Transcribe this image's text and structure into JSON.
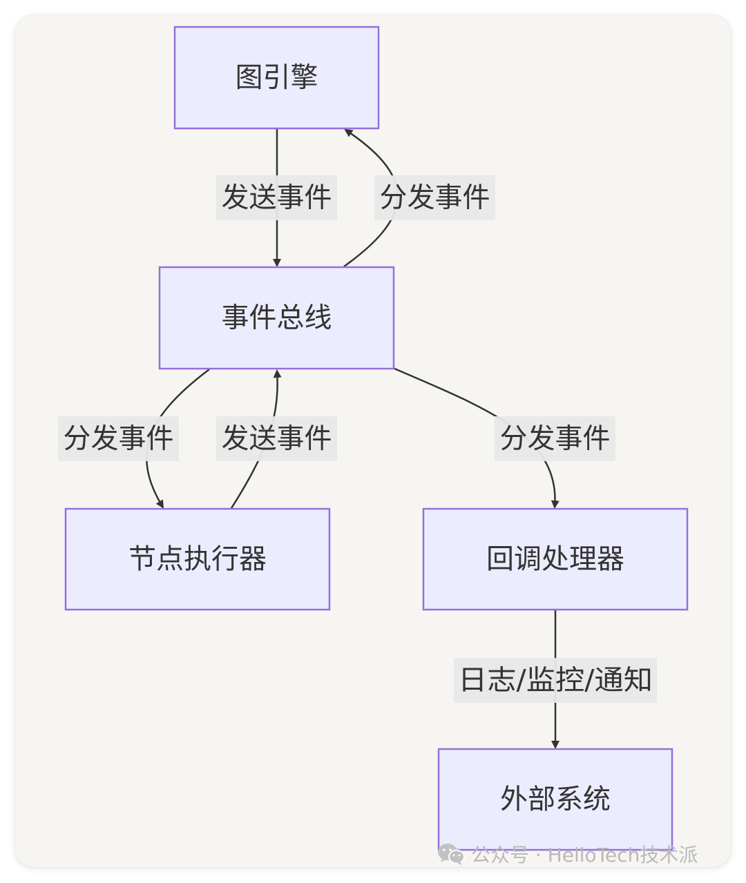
{
  "nodes": {
    "graph_engine": "图引擎",
    "event_bus": "事件总线",
    "node_executor": "节点执行器",
    "callback_handler": "回调处理器",
    "external_system": "外部系统"
  },
  "edges": {
    "engine_to_bus": "发送事件",
    "bus_to_engine": "分发事件",
    "bus_to_executor": "分发事件",
    "executor_to_bus": "发送事件",
    "bus_to_handler": "分发事件",
    "handler_to_external": "日志/监控/通知"
  },
  "watermark": {
    "icon": "wechat-icon",
    "text": "公众号 · HelloTech技术派"
  },
  "colors": {
    "background": "#f6f5f1",
    "node_fill": "#ececff",
    "node_stroke": "#9370db",
    "edge": "#333333",
    "label_bg": "#e8e8e8"
  }
}
